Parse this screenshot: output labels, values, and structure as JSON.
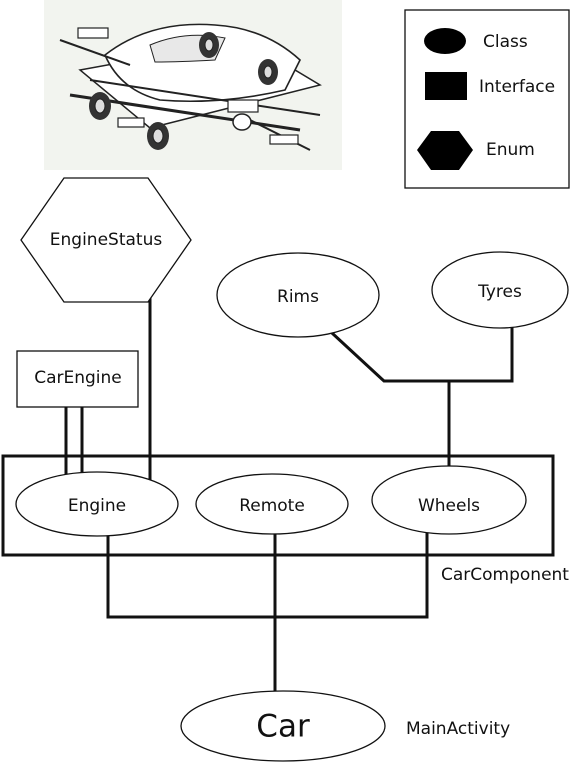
{
  "legend": {
    "items": [
      {
        "shape": "ellipse",
        "label": "Class"
      },
      {
        "shape": "rectangle",
        "label": "Interface"
      },
      {
        "shape": "hexagon",
        "label": "Enum"
      }
    ]
  },
  "nodes": {
    "engine_status": "EngineStatus",
    "rims": "Rims",
    "tyres": "Tyres",
    "car_engine": "CarEngine",
    "engine": "Engine",
    "remote": "Remote",
    "wheels": "Wheels",
    "car": "Car"
  },
  "groups": {
    "car_component": "CarComponent",
    "main_activity": "MainActivity"
  },
  "image": {
    "subject": "exploded-car-illustration"
  },
  "colors": {
    "line": "#111111",
    "image_bg": "#f2f4ef"
  }
}
